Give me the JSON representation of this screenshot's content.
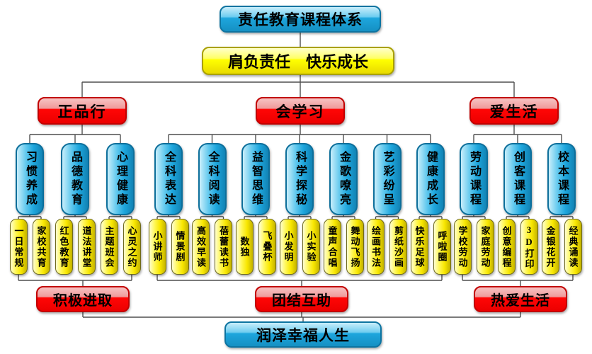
{
  "title": "责任教育课程体系",
  "motto": "肩负责任　快乐成长",
  "footer": "润泽幸福人生",
  "colors": {
    "node_red": "#ff0000",
    "node_blue": "#1ea6dd",
    "node_yellow": "#fff200",
    "connector": "#4f4f4f",
    "text": "#000000"
  },
  "branches": [
    {
      "label": "正品行",
      "summary": "积极进取",
      "categories": [
        {
          "label": "习惯养成",
          "items": [
            "一日常规",
            "家校共育"
          ]
        },
        {
          "label": "品德教育",
          "items": [
            "红色教育",
            "道法讲堂"
          ]
        },
        {
          "label": "心理健康",
          "items": [
            "主题班会",
            "心灵之约"
          ]
        }
      ]
    },
    {
      "label": "会学习",
      "summary": "团结互助",
      "categories": [
        {
          "label": "全科表达",
          "items": [
            "小讲师",
            "情景剧"
          ]
        },
        {
          "label": "全科阅读",
          "items": [
            "高效早读",
            "蓓蕾读书"
          ]
        },
        {
          "label": "益智思维",
          "items": [
            "数独",
            "飞叠杯"
          ]
        },
        {
          "label": "科学探秘",
          "items": [
            "小发明",
            "小实验"
          ]
        },
        {
          "label": "金歌嘹亮",
          "items": [
            "童声合唱",
            "舞动飞扬"
          ]
        },
        {
          "label": "艺彩纷呈",
          "items": [
            "绘画书法",
            "剪纸沙画"
          ]
        },
        {
          "label": "健康成长",
          "items": [
            "快乐足球",
            "呼啦圈"
          ]
        }
      ]
    },
    {
      "label": "爱生活",
      "summary": "热爱生活",
      "categories": [
        {
          "label": "劳动课程",
          "items": [
            "学校劳动",
            "家庭劳动"
          ]
        },
        {
          "label": "创客课程",
          "items": [
            "创意编程",
            "3D打印"
          ]
        },
        {
          "label": "校本课程",
          "items": [
            "金银花开",
            "经典诵读"
          ]
        }
      ]
    }
  ]
}
